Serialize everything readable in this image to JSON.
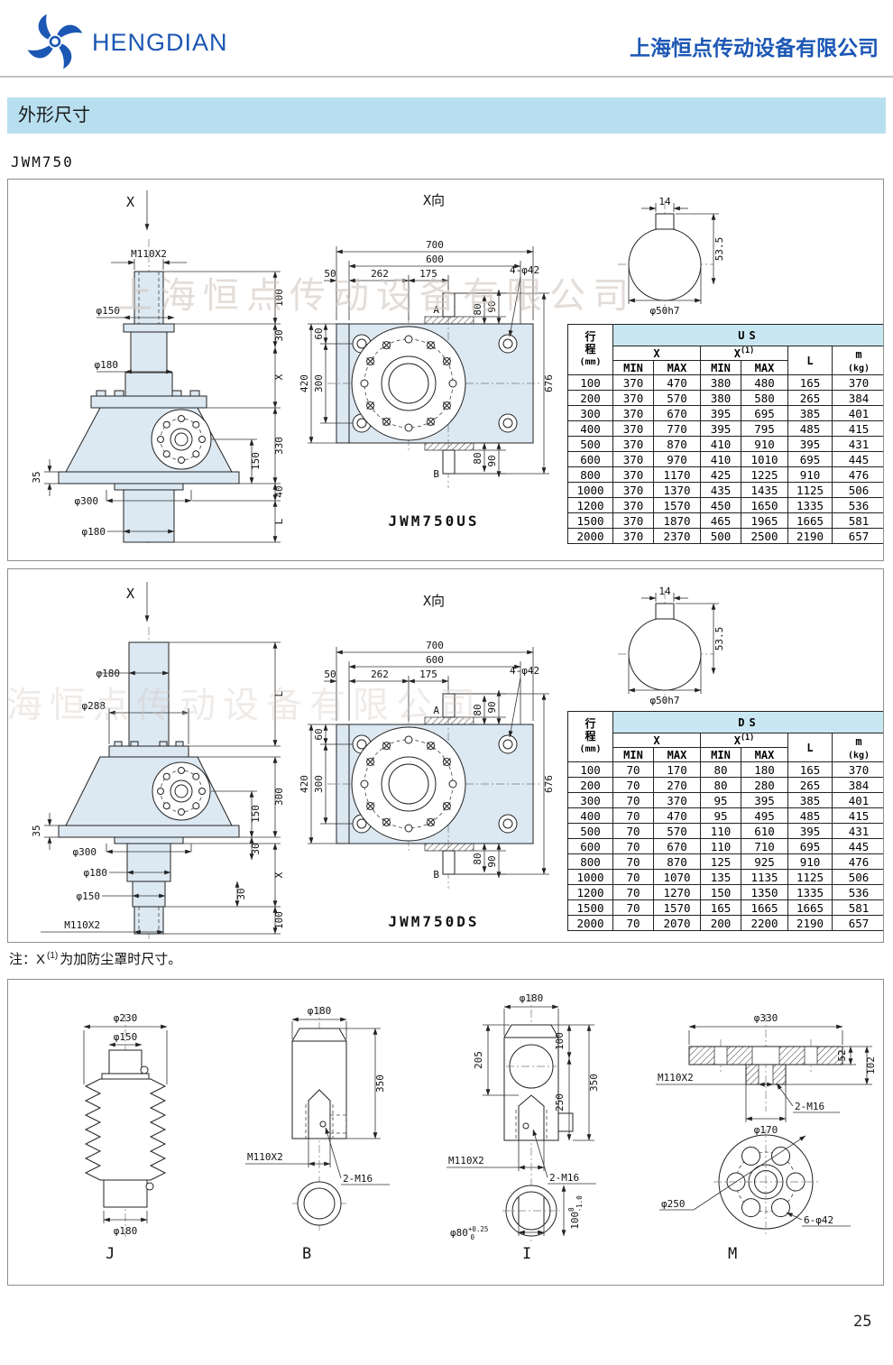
{
  "header": {
    "logo_text": "HENGDIAN",
    "company_name": "上海恒点传动设备有限公司"
  },
  "section_title": "外形尺寸",
  "model": "JWM750",
  "watermark": "上海恒点传动设备有限公司",
  "page_number": "25",
  "note": {
    "prefix": "注：X",
    "sup": "(1)",
    "suffix": "为加防尘罩时尺寸。"
  },
  "colors": {
    "brand_blue": "#1c57b4",
    "section_bar_blue": "#b8dff0",
    "table_header_blue": "#c9e7f2",
    "drawing_fill": "#dce8f2"
  },
  "us_panel": {
    "caption": "JWM750US"
  },
  "ds_panel": {
    "caption": "JWM750DS"
  },
  "xview": {
    "view_title": "X向",
    "dim_700": "700",
    "dim_600": "600",
    "dim_262": "262",
    "dim_175": "175",
    "dim_50": "50",
    "dim_60": "60",
    "dim_420": "420",
    "dim_300": "300",
    "dim_676": "676",
    "dim_80": "80",
    "dim_90": "90",
    "label_a": "A",
    "label_b": "B",
    "callout": "4-φ42"
  },
  "shaft_view": {
    "dim_14": "14",
    "dim_53_5": "53.5",
    "dim_d50": "φ50h7"
  },
  "us_side": {
    "axis": "X",
    "thread": "M110X2",
    "d150": "φ150",
    "d180_top": "φ180",
    "t35": "35",
    "d300": "φ300",
    "d180_bottom": "φ180",
    "r100": "100",
    "r30": "30",
    "rx": "X",
    "r330": "330",
    "r150": "150",
    "r40": "40",
    "rl": "L"
  },
  "ds_side": {
    "axis": "X",
    "d180_top": "φ180",
    "d288": "φ288",
    "t35": "35",
    "d300": "φ300",
    "d180_mid": "φ180",
    "d150": "φ150",
    "thread": "M110X2",
    "rl": "L",
    "r300": "300",
    "r150": "150",
    "r30_a": "30",
    "rx": "X",
    "r30_b": "30",
    "r100": "100"
  },
  "table_labels": {
    "col1_l1": "行",
    "col1_l2": "程",
    "col1_l3": "(mm)",
    "x": "X",
    "x_sup": "(1)",
    "min": "MIN",
    "max": "MAX",
    "l": "L",
    "m": "m",
    "m_unit": "(kg)"
  },
  "us_table": {
    "title": "US",
    "rows": [
      [
        "100",
        "370",
        "470",
        "380",
        "480",
        "165",
        "370"
      ],
      [
        "200",
        "370",
        "570",
        "380",
        "580",
        "265",
        "384"
      ],
      [
        "300",
        "370",
        "670",
        "395",
        "695",
        "385",
        "401"
      ],
      [
        "400",
        "370",
        "770",
        "395",
        "795",
        "485",
        "415"
      ],
      [
        "500",
        "370",
        "870",
        "410",
        "910",
        "395",
        "431"
      ],
      [
        "600",
        "370",
        "970",
        "410",
        "1010",
        "695",
        "445"
      ],
      [
        "800",
        "370",
        "1170",
        "425",
        "1225",
        "910",
        "476"
      ],
      [
        "1000",
        "370",
        "1370",
        "435",
        "1435",
        "1125",
        "506"
      ],
      [
        "1200",
        "370",
        "1570",
        "450",
        "1650",
        "1335",
        "536"
      ],
      [
        "1500",
        "370",
        "1870",
        "465",
        "1965",
        "1665",
        "581"
      ],
      [
        "2000",
        "370",
        "2370",
        "500",
        "2500",
        "2190",
        "657"
      ]
    ]
  },
  "ds_table": {
    "title": "DS",
    "rows": [
      [
        "100",
        "70",
        "170",
        "80",
        "180",
        "165",
        "370"
      ],
      [
        "200",
        "70",
        "270",
        "80",
        "280",
        "265",
        "384"
      ],
      [
        "300",
        "70",
        "370",
        "95",
        "395",
        "385",
        "401"
      ],
      [
        "400",
        "70",
        "470",
        "95",
        "495",
        "485",
        "415"
      ],
      [
        "500",
        "70",
        "570",
        "110",
        "610",
        "395",
        "431"
      ],
      [
        "600",
        "70",
        "670",
        "110",
        "710",
        "695",
        "445"
      ],
      [
        "800",
        "70",
        "870",
        "125",
        "925",
        "910",
        "476"
      ],
      [
        "1000",
        "70",
        "1070",
        "135",
        "1135",
        "1125",
        "506"
      ],
      [
        "1200",
        "70",
        "1270",
        "150",
        "1350",
        "1335",
        "536"
      ],
      [
        "1500",
        "70",
        "1570",
        "165",
        "1665",
        "1665",
        "581"
      ],
      [
        "2000",
        "70",
        "2070",
        "200",
        "2200",
        "2190",
        "657"
      ]
    ]
  },
  "fittings": {
    "j": {
      "label": "J",
      "d230": "φ230",
      "d150": "φ150",
      "d180": "φ180"
    },
    "b": {
      "label": "B",
      "d180": "φ180",
      "h350": "350",
      "thread": "M110X2",
      "m16": "2-M16"
    },
    "i": {
      "label": "I",
      "d180": "φ180",
      "h100": "100",
      "h205": "205",
      "h250": "250",
      "h350": "350",
      "thread": "M110X2",
      "m16": "2-M16",
      "d80": "φ80",
      "d80_sup": "+0.25",
      "d80_sub": "0",
      "h100b": "100",
      "h100b_sup": "0",
      "h100b_sub": "-1.0"
    },
    "m": {
      "label": "M",
      "d330": "φ330",
      "h52": "52",
      "h102": "102",
      "thread": "M110X2",
      "m16": "2-M16",
      "d170": "φ170",
      "d250": "φ250",
      "callout": "6-φ42"
    }
  }
}
